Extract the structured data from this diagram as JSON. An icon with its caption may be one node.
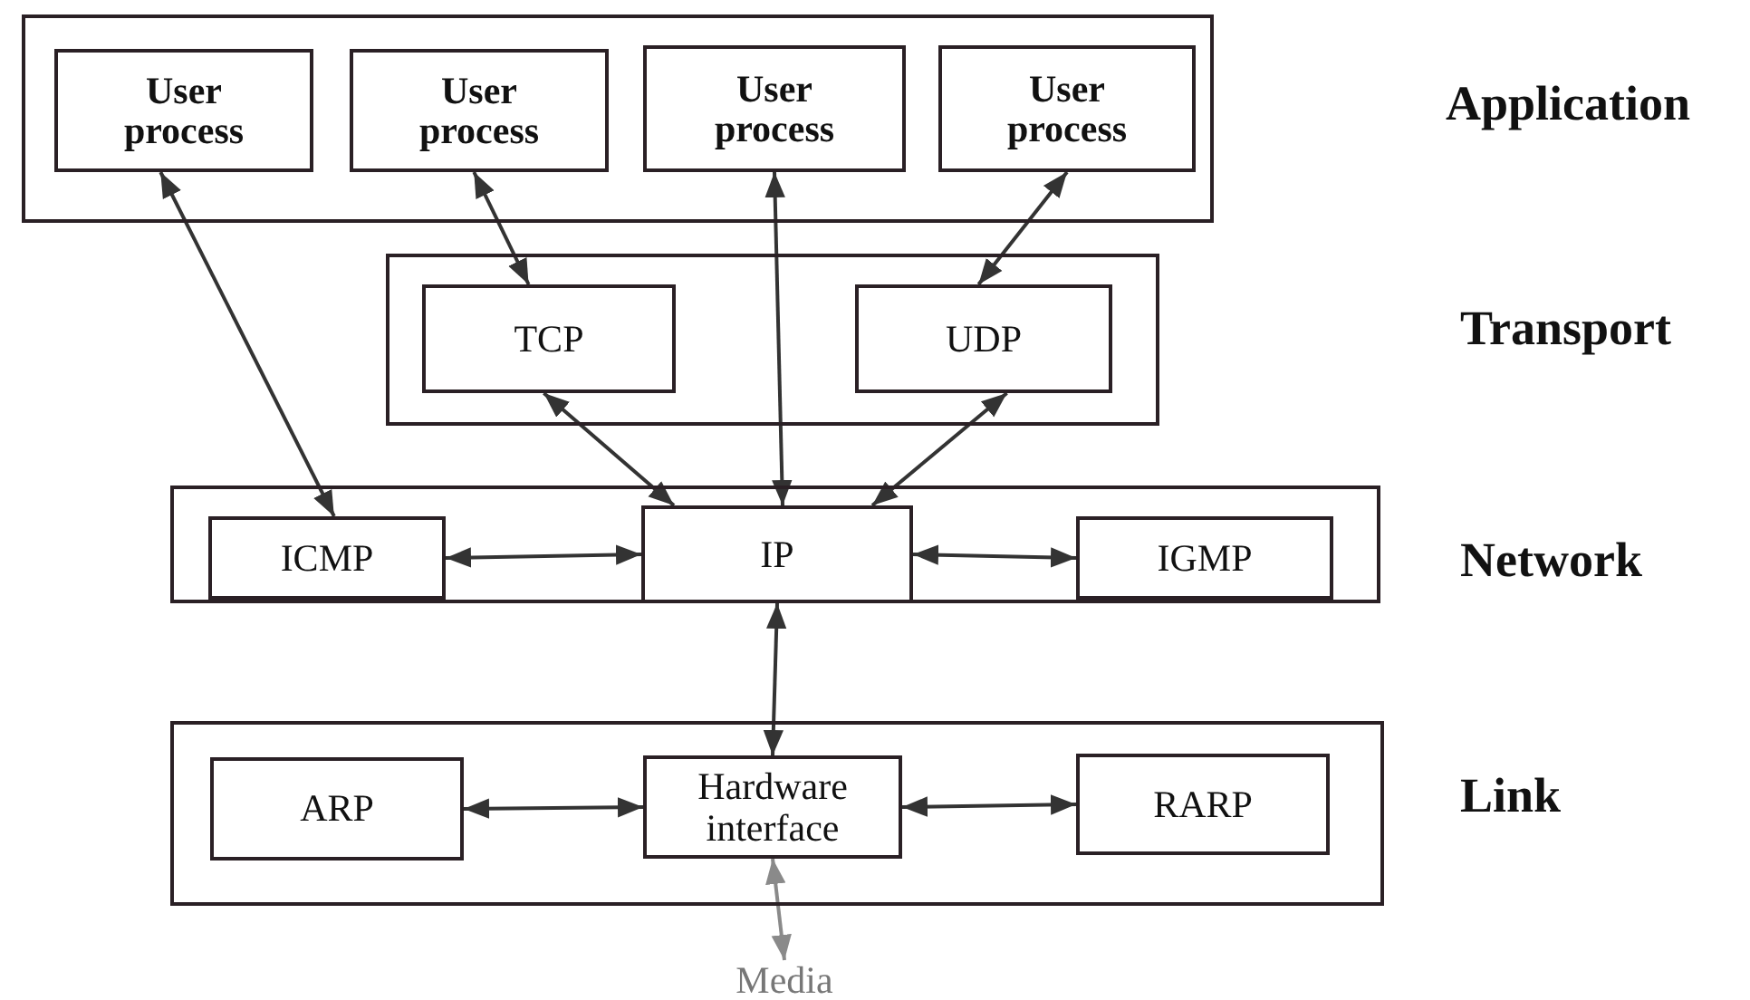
{
  "diagram": {
    "nodes": [
      {
        "text": [],
        "shape": "box"
      },
      {
        "text": [
          "User process"
        ],
        "in": 0
      },
      {
        "text": [
          "User process"
        ],
        "in": 0
      },
      {
        "text": [
          "User process"
        ],
        "in": 0
      },
      {
        "text": [
          "User process"
        ],
        "in": 0
      },
      {
        "text": [],
        "shape": "box"
      },
      {
        "text": [
          "TCP"
        ],
        "in": 5
      },
      {
        "text": [
          "UDP"
        ],
        "in": 5
      },
      {
        "text": [],
        "shape": "box"
      },
      {
        "text": [
          "ICMP"
        ],
        "in": 8
      },
      {
        "text": [
          "IP"
        ],
        "in": 8
      },
      {
        "text": [
          "IGMP"
        ],
        "in": 8
      },
      {
        "text": [],
        "shape": "box"
      },
      {
        "text": [
          "ARP"
        ],
        "in": 12
      },
      {
        "text": [
          "Hardware interface"
        ],
        "in": 12
      },
      {
        "text": [
          "RARP"
        ],
        "in": 12
      },
      {
        "text": [
          "Media"
        ]
      }
    ],
    "edges": [
      {
        "from": 1,
        "to": 9,
        "arrow": "both"
      },
      {
        "from": 2,
        "to": 6,
        "arrow": "both"
      },
      {
        "from": 3,
        "to": 10,
        "arrow": "both"
      },
      {
        "from": 4,
        "to": 7,
        "arrow": "both"
      },
      {
        "from": 6,
        "to": 10,
        "arrow": "both"
      },
      {
        "from": 7,
        "to": 10,
        "arrow": "both"
      },
      {
        "from": 9,
        "to": 10,
        "arrow": "both"
      },
      {
        "from": 10,
        "to": 11,
        "arrow": "both"
      },
      {
        "from": 10,
        "to": 14,
        "arrow": "both"
      },
      {
        "from": 13,
        "to": 14,
        "arrow": "both"
      },
      {
        "from": 14,
        "to": 15,
        "arrow": "both"
      },
      {
        "from": 14,
        "to": 16,
        "arrow": "both",
        "color": "#8a8a8a"
      }
    ],
    "labels": [
      "Application",
      "Transport",
      "Network",
      "Link"
    ]
  }
}
